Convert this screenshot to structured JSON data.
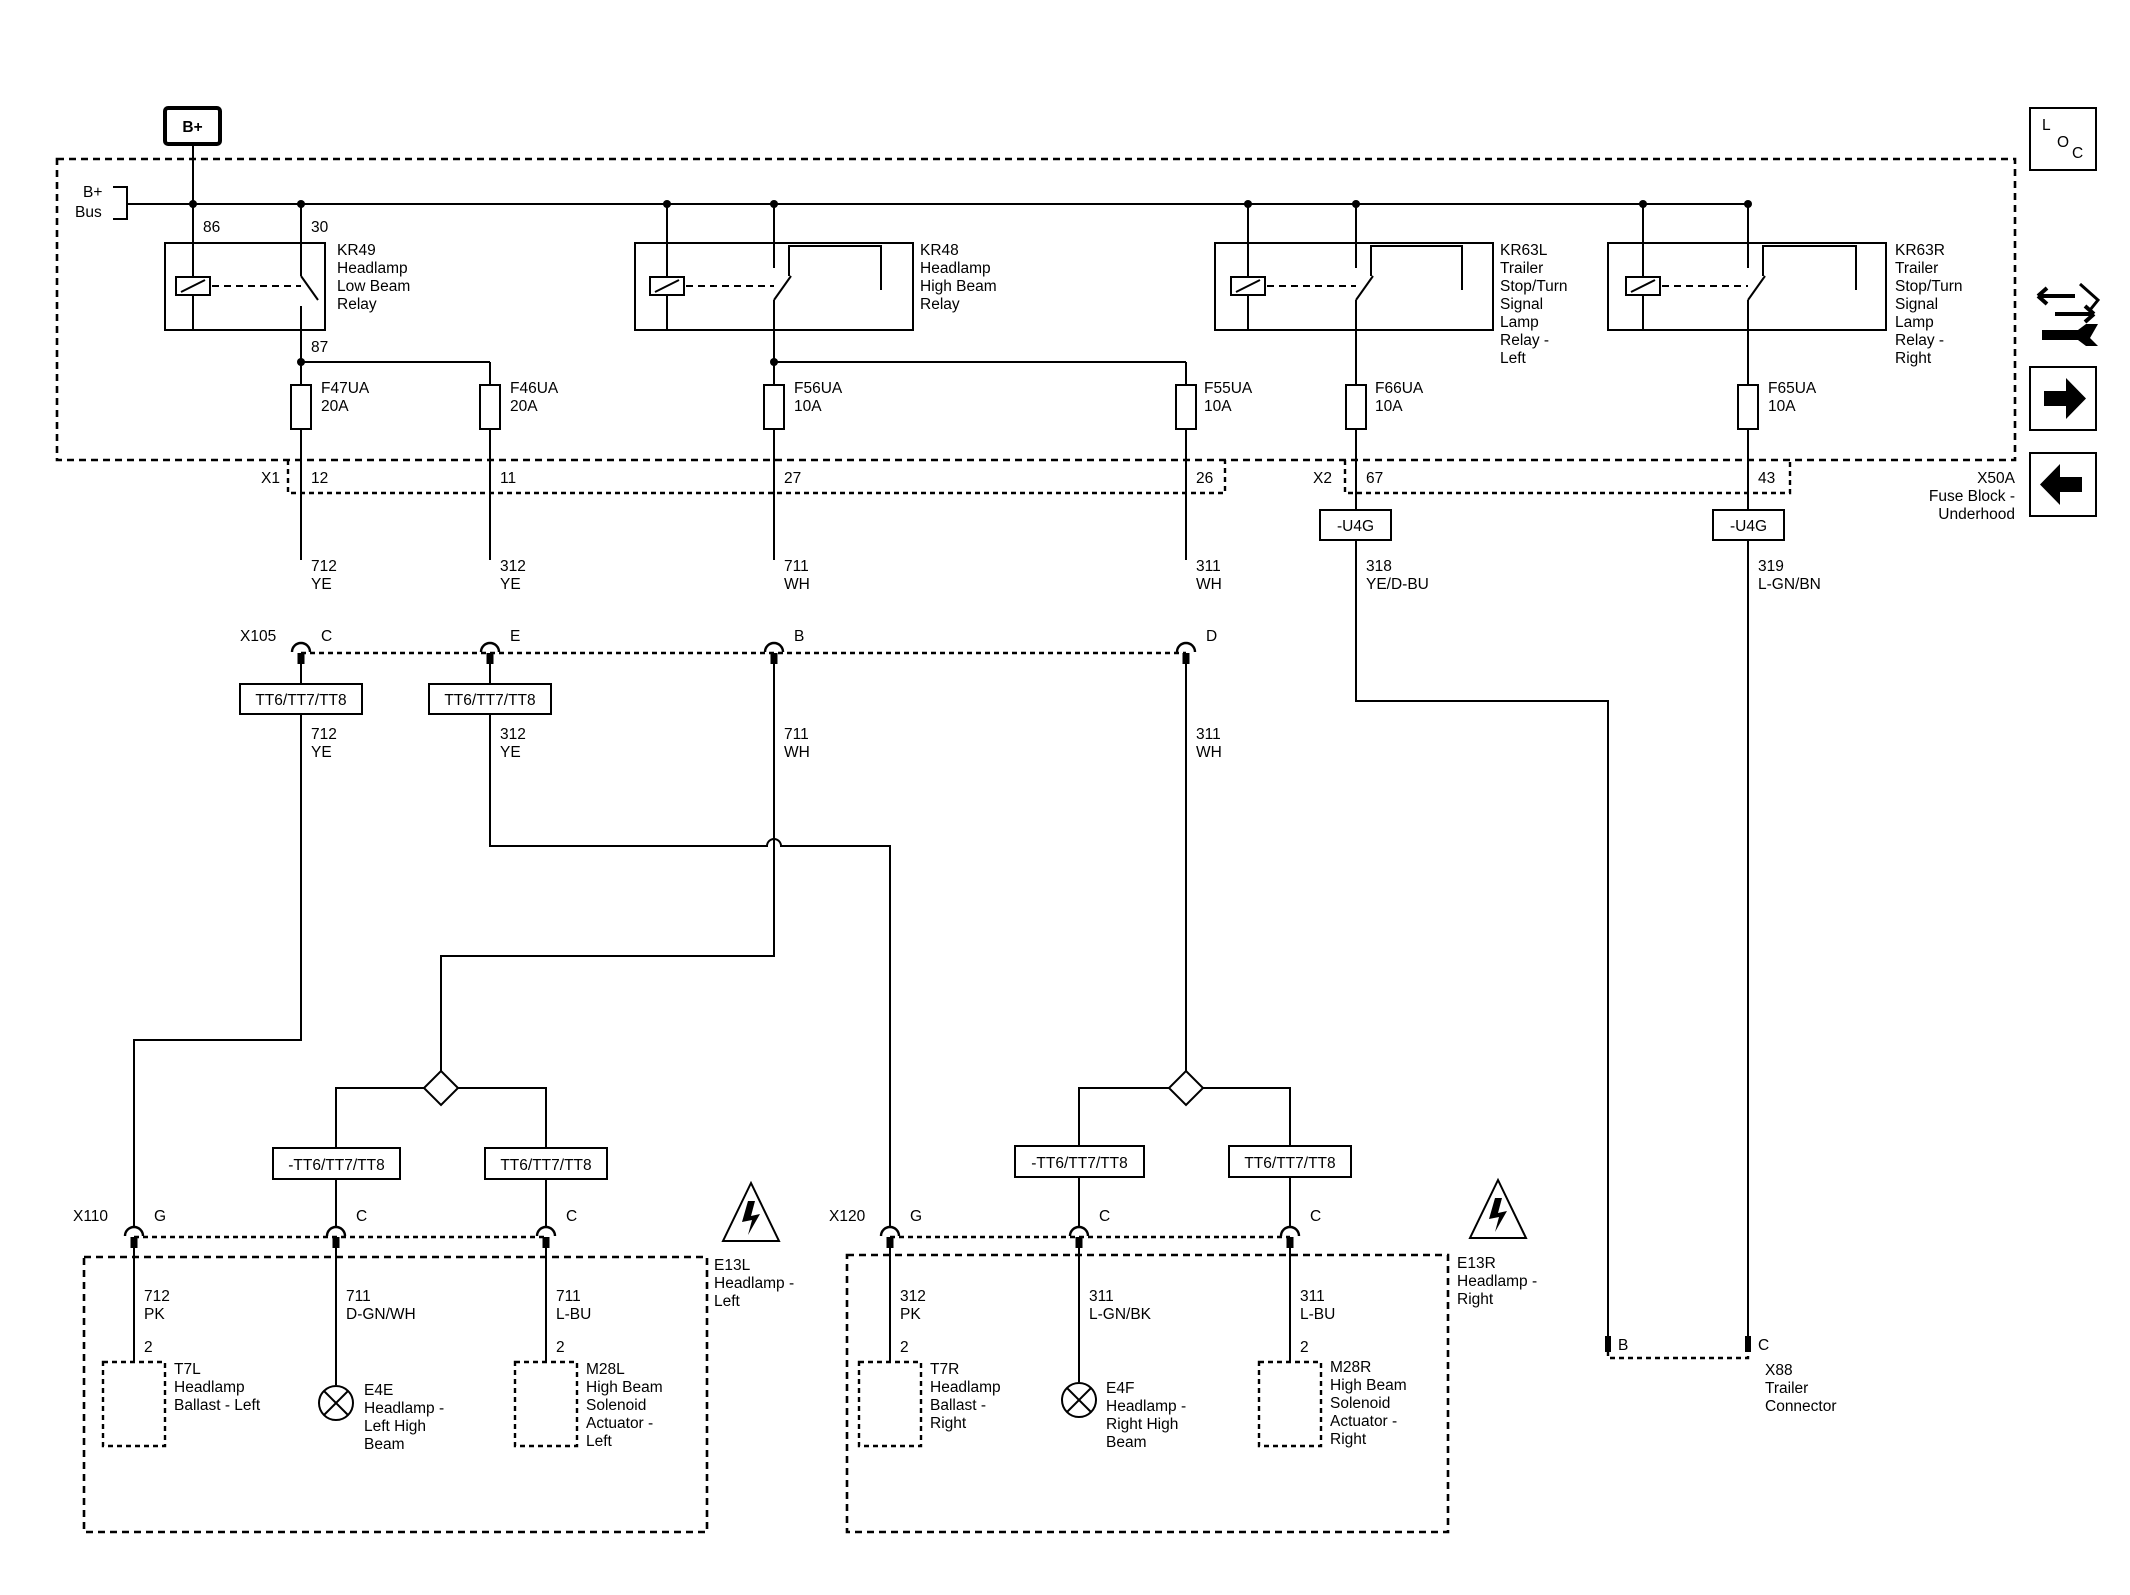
{
  "power": {
    "source_label": "B+",
    "bus_label": [
      "B+",
      "Bus"
    ]
  },
  "fuse_block": {
    "name": "X50A",
    "desc": [
      "Fuse Block -",
      "Underhood"
    ],
    "x1": "X1",
    "x2": "X2"
  },
  "relays": [
    {
      "id": "KR49",
      "desc": [
        "KR49",
        "Headlamp",
        "Low Beam",
        "Relay"
      ],
      "pins": [
        "86",
        "30",
        "87"
      ]
    },
    {
      "id": "KR48",
      "desc": [
        "KR48",
        "Headlamp",
        "High Beam",
        "Relay"
      ]
    },
    {
      "id": "KR63L",
      "desc": [
        "KR63L",
        "Trailer",
        "Stop/Turn",
        "Signal",
        "Lamp",
        "Relay -",
        "Left"
      ]
    },
    {
      "id": "KR63R",
      "desc": [
        "KR63R",
        "Trailer",
        "Stop/Turn",
        "Signal",
        "Lamp",
        "Relay -",
        "Right"
      ]
    }
  ],
  "fuses": [
    {
      "name": "F47UA",
      "rating": "20A",
      "pin": "12"
    },
    {
      "name": "F46UA",
      "rating": "20A",
      "pin": "11"
    },
    {
      "name": "F56UA",
      "rating": "10A",
      "pin": "27"
    },
    {
      "name": "F55UA",
      "rating": "10A",
      "pin": "26"
    },
    {
      "name": "F66UA",
      "rating": "10A",
      "pin": "67"
    },
    {
      "name": "F65UA",
      "rating": "10A",
      "pin": "43"
    }
  ],
  "wires_upper": [
    {
      "circuit": "712",
      "color": "YE"
    },
    {
      "circuit": "312",
      "color": "YE"
    },
    {
      "circuit": "711",
      "color": "WH"
    },
    {
      "circuit": "311",
      "color": "WH"
    },
    {
      "circuit": "318",
      "color": "YE/D-BU"
    },
    {
      "circuit": "319",
      "color": "L-GN/BN"
    }
  ],
  "option_u4g": "-U4G",
  "x105": {
    "name": "X105",
    "pins": [
      "C",
      "E",
      "B",
      "D"
    ]
  },
  "options": {
    "tt": "TT6/TT7/TT8",
    "not_tt": "-TT6/TT7/TT8"
  },
  "wires_mid": [
    {
      "circuit": "712",
      "color": "YE"
    },
    {
      "circuit": "312",
      "color": "YE"
    },
    {
      "circuit": "711",
      "color": "WH"
    },
    {
      "circuit": "311",
      "color": "WH"
    }
  ],
  "x110": {
    "name": "X110",
    "pins": [
      "G",
      "C",
      "C"
    ]
  },
  "x120": {
    "name": "X120",
    "pins": [
      "G",
      "C",
      "C"
    ]
  },
  "wires_lower_left": [
    {
      "circuit": "712",
      "color": "PK"
    },
    {
      "circuit": "711",
      "color": "D-GN/WH"
    },
    {
      "circuit": "711",
      "color": "L-BU"
    }
  ],
  "wires_lower_right": [
    {
      "circuit": "312",
      "color": "PK"
    },
    {
      "circuit": "311",
      "color": "L-GN/BK"
    },
    {
      "circuit": "311",
      "color": "L-BU"
    }
  ],
  "headlamp_left": {
    "name": [
      "E13L",
      "Headlamp -",
      "Left"
    ]
  },
  "headlamp_right": {
    "name": [
      "E13R",
      "Headlamp -",
      "Right"
    ]
  },
  "components": {
    "t7l": {
      "pin": "2",
      "desc": [
        "T7L",
        "Headlamp",
        "Ballast - Left"
      ]
    },
    "e4e": {
      "desc": [
        "E4E",
        "Headlamp -",
        "Left High",
        "Beam"
      ]
    },
    "m28l": {
      "pin": "2",
      "desc": [
        "M28L",
        "High Beam",
        "Solenoid",
        "Actuator -",
        "Left"
      ]
    },
    "t7r": {
      "pin": "2",
      "desc": [
        "T7R",
        "Headlamp",
        "Ballast -",
        "Right"
      ]
    },
    "e4f": {
      "desc": [
        "E4F",
        "Headlamp -",
        "Right High",
        "Beam"
      ]
    },
    "m28r": {
      "pin": "2",
      "desc": [
        "M28R",
        "High Beam",
        "Solenoid",
        "Actuator -",
        "Right"
      ]
    }
  },
  "trailer": {
    "pins": [
      "B",
      "C"
    ],
    "desc": [
      "X88",
      "Trailer",
      "Connector"
    ]
  },
  "nav": {
    "loc": [
      "L",
      "O",
      "C"
    ],
    "icons": [
      "service-icon",
      "next-arrow-icon",
      "back-arrow-icon"
    ]
  }
}
